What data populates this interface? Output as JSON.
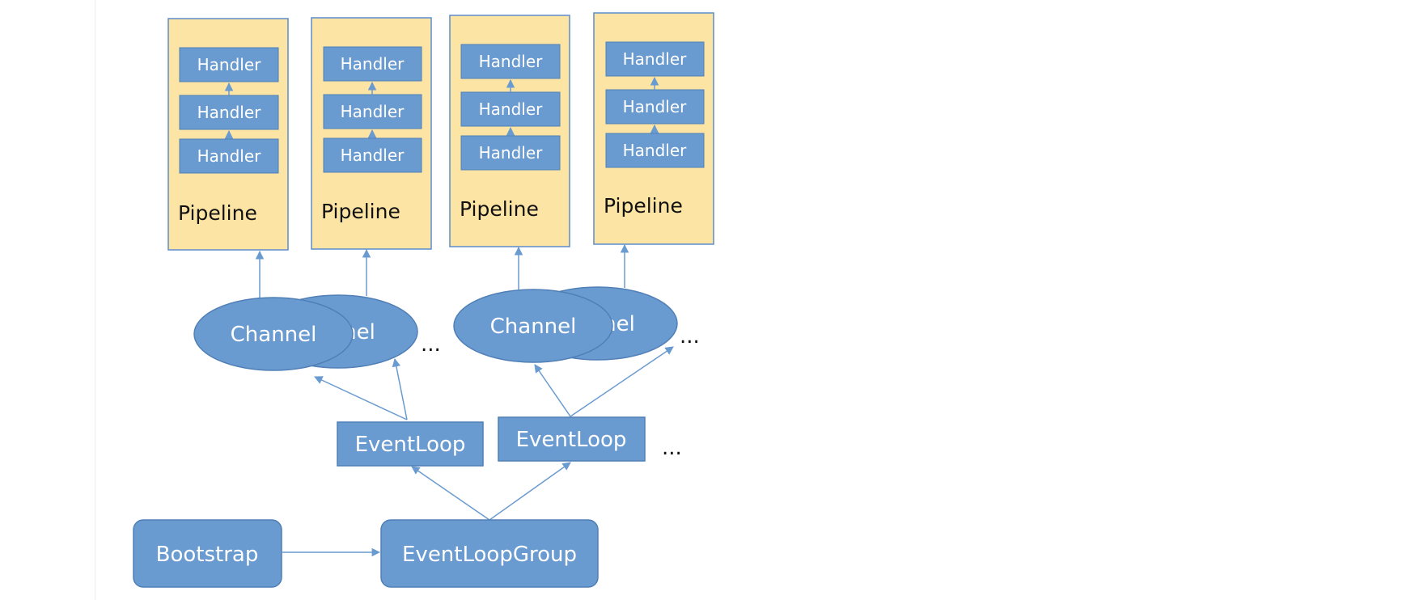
{
  "pipelines": [
    {
      "label": "Pipeline",
      "handlers": [
        "Handler",
        "Handler",
        "Handler"
      ]
    },
    {
      "label": "Pipeline",
      "handlers": [
        "Handler",
        "Handler",
        "Handler"
      ]
    },
    {
      "label": "Pipeline",
      "handlers": [
        "Handler",
        "Handler",
        "Handler"
      ]
    },
    {
      "label": "Pipeline",
      "handlers": [
        "Handler",
        "Handler",
        "Handler"
      ]
    }
  ],
  "channels": {
    "left_front": "Channel",
    "left_back_visible": "nel",
    "right_front": "Channel",
    "right_back_visible": "nel"
  },
  "event_loops": [
    "EventLoop",
    "EventLoop"
  ],
  "ellipsis": "...",
  "bootstrap": "Bootstrap",
  "event_loop_group": "EventLoopGroup",
  "colors": {
    "node_fill": "#6a9bd0",
    "node_stroke": "#4f7fb6",
    "pipeline_fill": "#fce4a5",
    "pipeline_stroke": "#5d8ccc",
    "edge": "#6a9bd0",
    "node_text": "#ffffff",
    "pipeline_text": "#111111"
  }
}
